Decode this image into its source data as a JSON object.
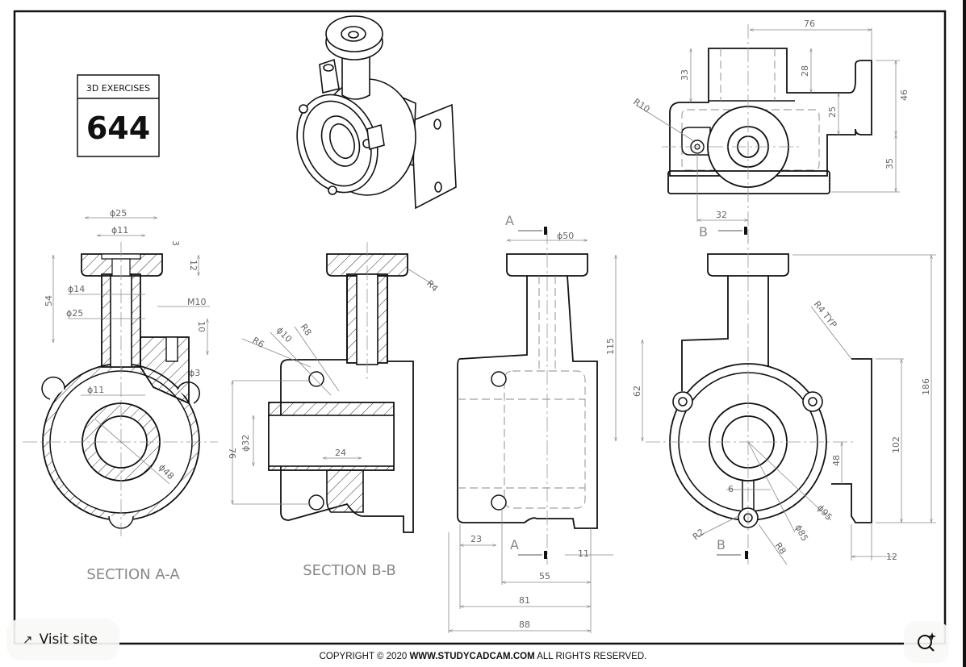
{
  "title_block": {
    "category": "3D EXERCISES",
    "number": "644"
  },
  "views": {
    "section_aa": {
      "title": "SECTION A-A",
      "dims": [
        "ϕ25",
        "ϕ11",
        "3",
        "12",
        "54",
        "ϕ14",
        "ϕ25",
        "M10",
        "10",
        "ϕ3",
        "ϕ11",
        "ϕ48"
      ]
    },
    "section_bb": {
      "title": "SECTION B-B",
      "dims": [
        "R4",
        "R6",
        "ϕ10",
        "R8",
        "76",
        "ϕ32",
        "24"
      ]
    },
    "side_view": {
      "cut_label_top": "A",
      "cut_label_bottom": "A",
      "dims": [
        "ϕ50",
        "23",
        "11",
        "55",
        "81",
        "88"
      ]
    },
    "front_view": {
      "cut_label": "B",
      "dims": [
        "115",
        "62",
        "186",
        "R4 TYP",
        "102",
        "48",
        "6",
        "R2",
        "R8",
        "ϕ85",
        "ϕ95",
        "12"
      ]
    },
    "top_view": {
      "cut_label": "B",
      "dims": [
        "76",
        "33",
        "28",
        "46",
        "25",
        "35",
        "R10",
        "32"
      ]
    }
  },
  "footer": {
    "copyright_prefix": "COPYRIGHT © 2020 ",
    "site": "WWW.STUDYCADCAM.COM",
    "copyright_suffix": " ALL RIGHTS RESERVED."
  },
  "overlay": {
    "visit_site_label": "Visit site",
    "visit_site_icon": "arrow-up-right-icon",
    "lens_icon": "visual-search-icon"
  }
}
